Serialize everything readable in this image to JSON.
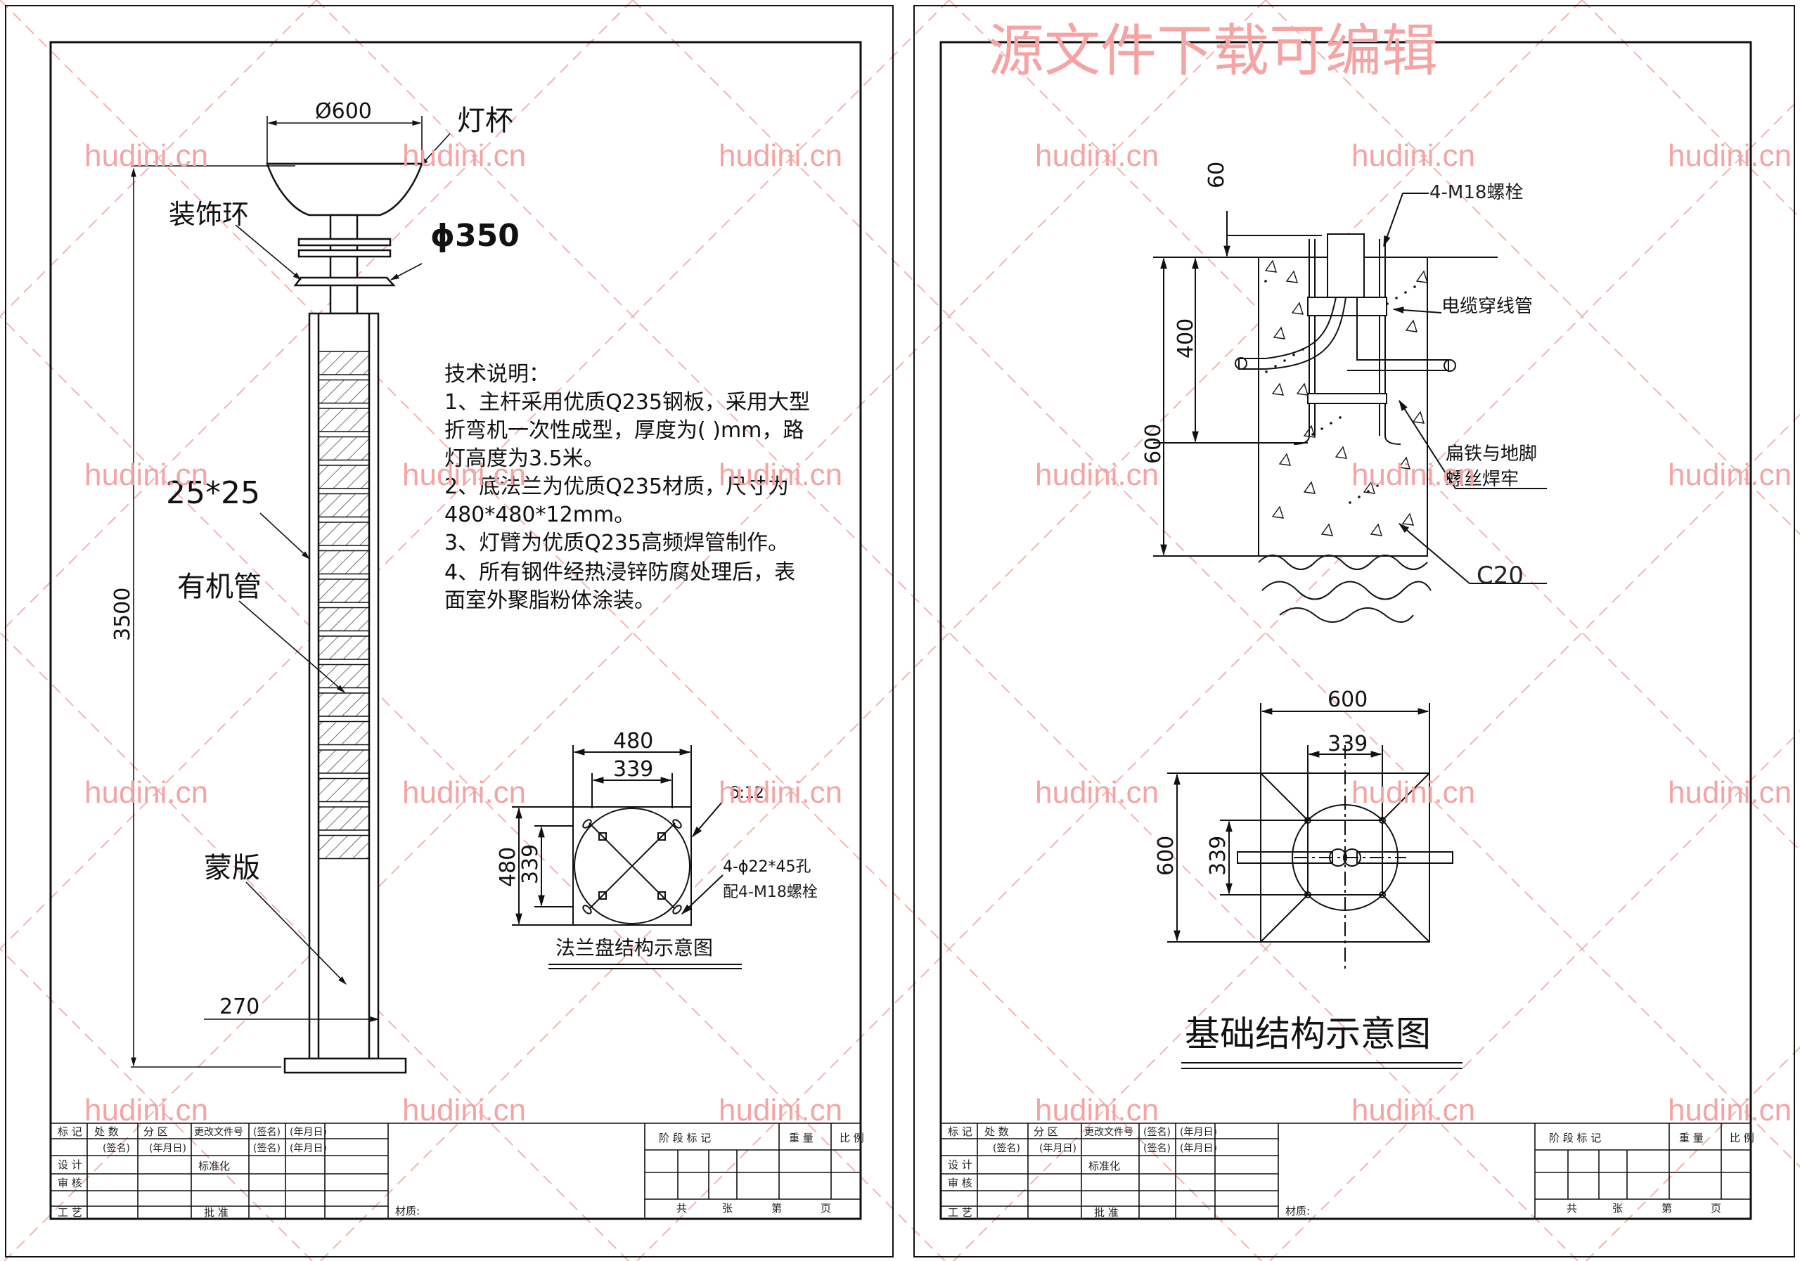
{
  "watermark": {
    "site": "hudini.cn",
    "banner": "源文件下载可编辑",
    "color": "#f3a5a5"
  },
  "left_sheet": {
    "pole": {
      "lamp_cup_label": "灯杯",
      "deco_ring_label": "装饰环",
      "cup_diameter": "Ø600",
      "ring_diameter": "ϕ350",
      "section_size": "25*25",
      "organic_tube_label": "有机管",
      "panel_label": "蒙版",
      "height": "3500",
      "base_width": "270"
    },
    "tech_notes": {
      "heading": "技术说明：",
      "lines": [
        "1、主杆采用优质Q235钢板，采用大型",
        "折弯机一次性成型，厚度为( )mm，路",
        "灯高度为3.5米。",
        "2、底法兰为优质Q235材质，尺寸为",
        "480*480*12mm。",
        "3、灯臂为优质Q235高频焊管制作。",
        "4、所有钢件经热浸锌防腐处理后，表",
        "面室外聚脂粉体涂装。"
      ]
    },
    "flange": {
      "outer": "480",
      "inner": "339",
      "outer_v": "480",
      "inner_v": "339",
      "thickness": "δ:12",
      "holes": "4-ϕ22*45孔",
      "bolts": "配4-M18螺栓",
      "caption": "法兰盘结构示意图"
    }
  },
  "right_sheet": {
    "section": {
      "dim_top": "60",
      "bolt_label": "4-M18螺栓",
      "dim_400": "400",
      "cable_label": "电缆穿线管",
      "dim_600": "600",
      "weld_label_1": "扁铁与地脚",
      "weld_label_2": "螺丝焊牢",
      "concrete": "C20"
    },
    "plan": {
      "width": "600",
      "bolt_spacing": "339",
      "height": "600",
      "bolt_spacing_v": "339"
    },
    "caption": "基础结构示意图"
  },
  "title_block": {
    "r1": [
      "标 记",
      "处 数",
      "分 区",
      "更改文件号",
      "(签名)",
      "(年月日)"
    ],
    "design": "设 计",
    "sig": "(签名)",
    "date": "(年月日)",
    "standard": "标准化",
    "review": "审 核",
    "process": "工 艺",
    "approve": "批 准",
    "material": "材质:",
    "stage_mark": "阶 段 标 记",
    "weight": "重 量",
    "scale": "比 例",
    "sheets": "共",
    "sheet_word": "张",
    "page_word": "第",
    "page_end": "页"
  }
}
